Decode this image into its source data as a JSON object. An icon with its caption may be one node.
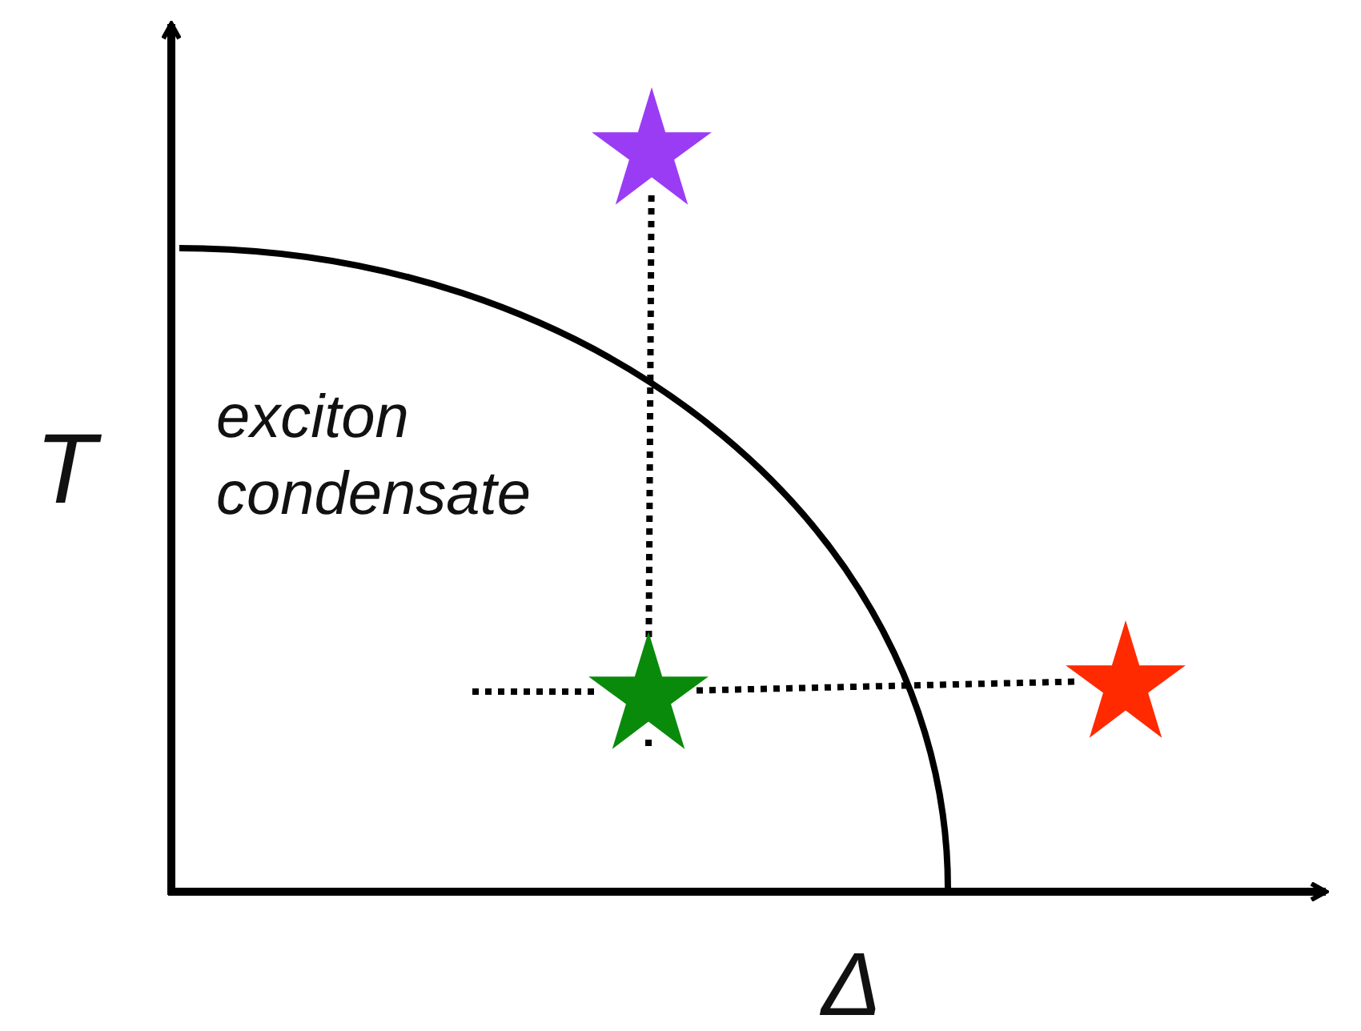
{
  "diagram": {
    "nodes": [
      {
        "text": [],
        "shape": "star"
      },
      {
        "text": [],
        "shape": "star"
      },
      {
        "text": [],
        "shape": "star"
      }
    ],
    "edges": [
      {
        "from": 0,
        "to": 1,
        "arrow": "none",
        "style": "dashed"
      },
      {
        "from": 1,
        "to": 2,
        "arrow": "none",
        "style": "dashed"
      }
    ],
    "labels": [
      "T",
      "exciton condensate",
      "Δ"
    ]
  }
}
